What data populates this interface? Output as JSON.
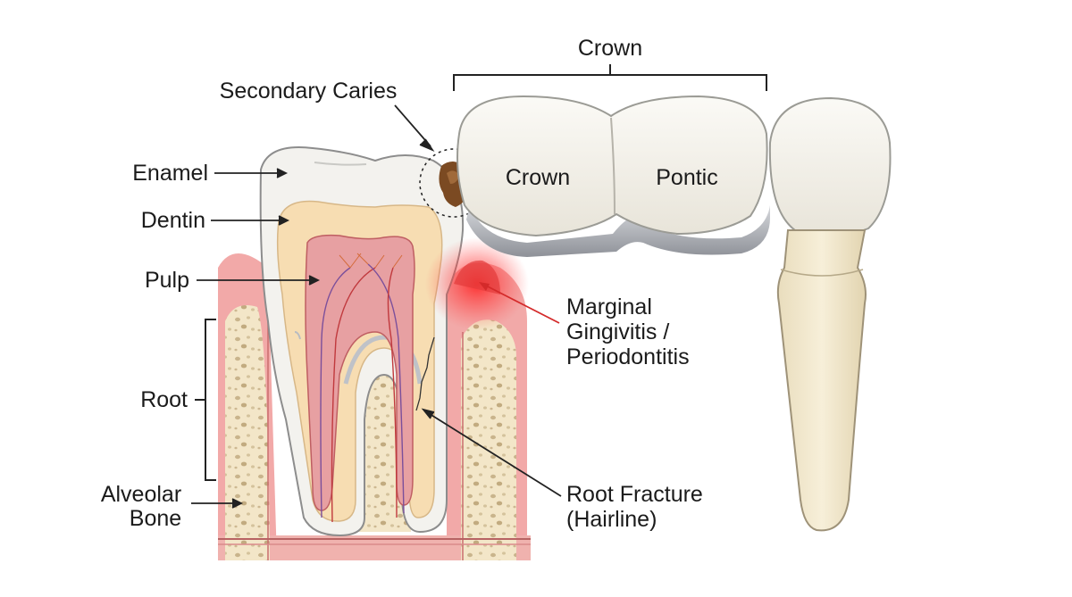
{
  "labels": {
    "crown_top": "Crown",
    "secondary_caries": "Secondary Caries",
    "enamel": "Enamel",
    "dentin": "Dentin",
    "pulp": "Pulp",
    "root": "Root",
    "alveolar_bone_line1": "Alveolar",
    "alveolar_bone_line2": "Bone",
    "crown_unit": "Crown",
    "pontic": "Pontic",
    "gingivitis_line1": "Marginal",
    "gingivitis_line2": "Gingivitis /",
    "gingivitis_line3": "Periodontitis",
    "fracture_line1": "Root Fracture",
    "fracture_line2": "(Hairline)"
  },
  "colors": {
    "enamel": "#f3f2ee",
    "dentin": "#f7ddb2",
    "pulp": "#e7a0a2",
    "gum": "#f2a9a8",
    "bone": "#f3e6c8",
    "inflammation": "#e52a2a",
    "caries": "#7b4a22",
    "prosthesis": "#eeebe3",
    "metal": "#a9acb2",
    "implant_root": "#f1e7cd"
  }
}
